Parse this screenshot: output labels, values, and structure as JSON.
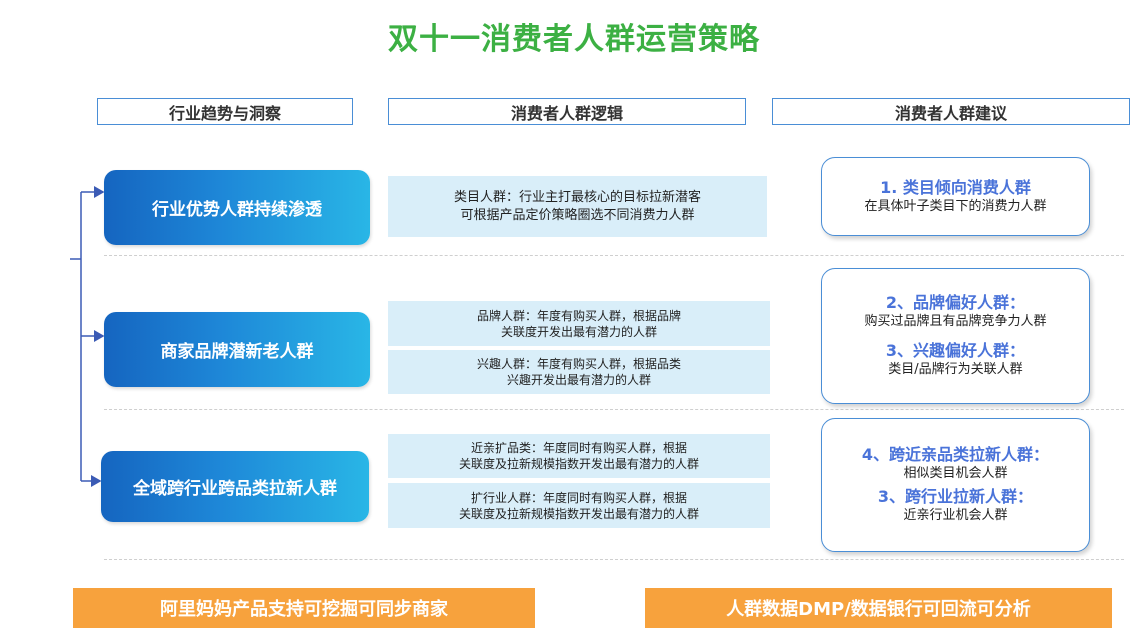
{
  "title": "双十一消费者人群运营策略",
  "headers": {
    "trend": "行业趋势与洞察",
    "logic": "消费者人群逻辑",
    "suggest": "消费者人群建议"
  },
  "rows": [
    {
      "trend": "行业优势人群持续渗透",
      "logic": [
        {
          "line1": "类目人群：行业主打最核心的目标拉新潜客",
          "line2": "可根据产品定价策略圈选不同消费力人群"
        }
      ],
      "suggest": [
        {
          "head": "1. 类目倾向消费人群",
          "desc": "在具体叶子类目下的消费力人群"
        }
      ]
    },
    {
      "trend": "商家品牌潜新老人群",
      "logic": [
        {
          "line1": "品牌人群：年度有购买人群，根据品牌",
          "line2": "关联度开发出最有潜力的人群"
        },
        {
          "line1": "兴趣人群：年度有购买人群，根据品类",
          "line2": "兴趣开发出最有潜力的人群"
        }
      ],
      "suggest": [
        {
          "head": "2、品牌偏好人群：",
          "desc": "购买过品牌且有品牌竞争力人群"
        },
        {
          "head": "3、兴趣偏好人群：",
          "desc": "类目/品牌行为关联人群"
        }
      ]
    },
    {
      "trend": "全域跨行业跨品类拉新人群",
      "logic": [
        {
          "line1": "近亲扩品类：年度同时有购买人群，根据",
          "line2": "关联度及拉新规模指数开发出最有潜力的人群"
        },
        {
          "line1": "扩行业人群：年度同时有购买人群，根据",
          "line2": "关联度及拉新规模指数开发出最有潜力的人群"
        }
      ],
      "suggest": [
        {
          "head": "4、跨近亲品类拉新人群：",
          "desc": "相似类目机会人群"
        },
        {
          "head": "3、跨行业拉新人群：",
          "desc": "近亲行业机会人群"
        }
      ]
    }
  ],
  "bottom": {
    "left": "阿里妈妈产品支持可挖掘可同步商家",
    "right": "人群数据DMP/数据银行可回流可分析"
  },
  "colors": {
    "title": "#3cb043",
    "accent": "#4a8ed6",
    "logic_bg": "#d9eef9",
    "bottom_bg": "#f7a23d",
    "suggest_head": "#4a73d9"
  }
}
